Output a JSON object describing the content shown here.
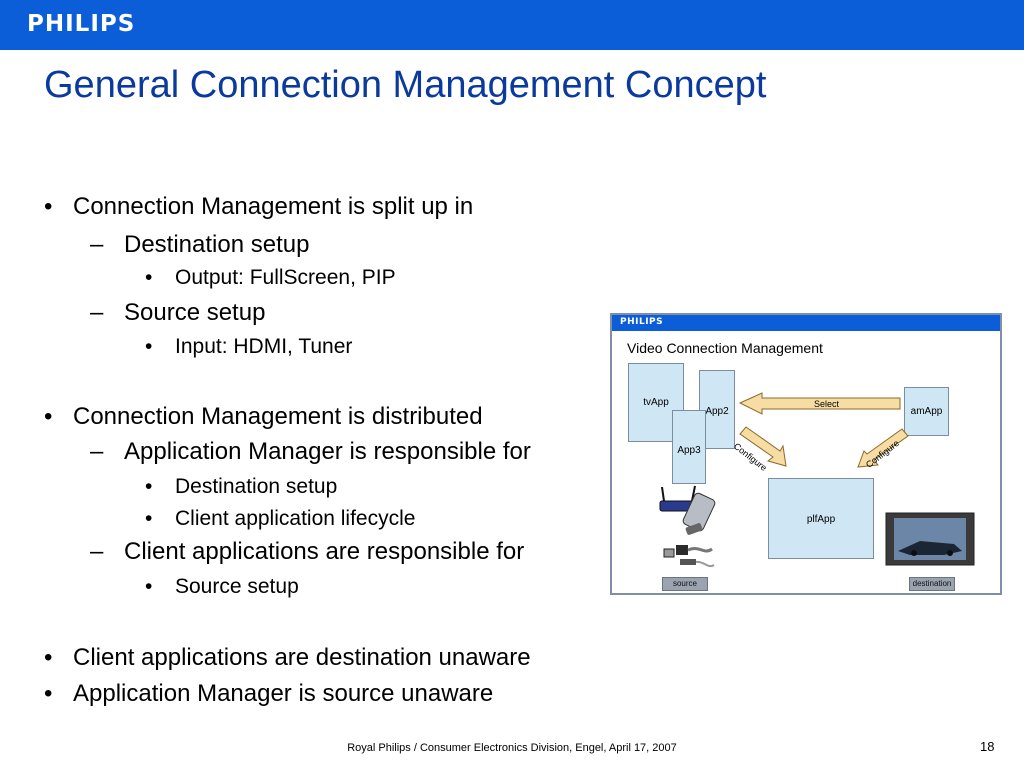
{
  "header": {
    "logo": "PHILIPS",
    "brand_color": "#0b5ed7"
  },
  "slide": {
    "title": "General Connection Management Concept",
    "bullets": [
      {
        "level": 1,
        "text": "Connection Management is split up in"
      },
      {
        "level": 2,
        "text": "Destination setup"
      },
      {
        "level": 3,
        "text": "Output: FullScreen, PIP"
      },
      {
        "level": 2,
        "text": "Source setup"
      },
      {
        "level": 3,
        "text": "Input: HDMI, Tuner"
      },
      {
        "level": 1,
        "text": "Connection Management is distributed"
      },
      {
        "level": 2,
        "text": "Application Manager is responsible for"
      },
      {
        "level": 3,
        "text": "Destination setup"
      },
      {
        "level": 3,
        "text": "Client application lifecycle"
      },
      {
        "level": 2,
        "text": "Client applications are responsible for"
      },
      {
        "level": 3,
        "text": "Source setup"
      },
      {
        "level": 1,
        "text": "Client applications are destination unaware"
      },
      {
        "level": 1,
        "text": "Application Manager is source unaware"
      }
    ]
  },
  "figure": {
    "logo": "PHILIPS",
    "title": "Video Connection Management",
    "nodes": {
      "tvapp": "tvApp",
      "app2": "App2",
      "app3": "App3",
      "amapp": "amApp",
      "plfapp": "plfApp"
    },
    "arrows": {
      "select": "Select",
      "configure_left": "Configure",
      "configure_right": "Configure"
    },
    "tags": {
      "source": "source",
      "destination": "destination"
    },
    "icons": [
      "router-icon",
      "remote-icon",
      "cable-icon",
      "tv-screen-icon"
    ]
  },
  "footer": {
    "text": "Royal Philips / Consumer Electronics Division, Engel, April 17, 2007",
    "page": "18"
  }
}
